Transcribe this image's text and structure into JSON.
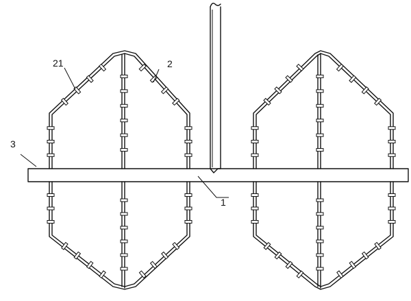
{
  "diagram": {
    "labels": {
      "shaft": "1",
      "paddle": "2",
      "tooth": "21",
      "end": "3"
    }
  }
}
